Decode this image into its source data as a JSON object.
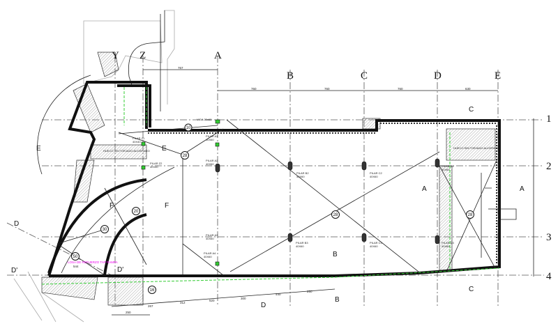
{
  "axes": {
    "columns": [
      "Y",
      "Z",
      "A",
      "B",
      "C",
      "D",
      "E"
    ],
    "rows": [
      "1",
      "2",
      "3",
      "4"
    ]
  },
  "sections": {
    "E": "E",
    "F": "F",
    "D": "D",
    "D_prime": "D'",
    "A": "A",
    "B": "B",
    "C": "C"
  },
  "dimensions": {
    "zA": "767",
    "aB": "760",
    "bC": "760",
    "cD": "760",
    "dE": "630",
    "bottom1": "250",
    "bottom2": "267",
    "bottom3": "312",
    "bottom4": "520",
    "bottom5": "300",
    "bottom6": "440",
    "bottom7": "250",
    "left": "544"
  },
  "slabs": [
    "28",
    "28",
    "28",
    "20",
    "30",
    "50",
    "16",
    "10"
  ],
  "pillars": [
    {
      "name": "PILAR B2",
      "size": "40X60"
    },
    {
      "name": "PILAR C2",
      "size": "40X60"
    },
    {
      "name": "PILAR B3",
      "size": "40X60"
    },
    {
      "name": "PILAR C3",
      "size": "40X60"
    },
    {
      "name": "PILAR D2",
      "size": "40X60"
    },
    {
      "name": "PILAR D3",
      "size": "40X60"
    },
    {
      "name": "PILAR A1",
      "size": "40X60"
    },
    {
      "name": "PILAR A2",
      "size": "40X60"
    },
    {
      "name": "PILAR A3",
      "size": "40X60"
    },
    {
      "name": "PILAR A4",
      "size": "40X60"
    },
    {
      "name": "PILAR Z1",
      "size": "40X40"
    },
    {
      "name": "PILAR Z2",
      "size": "40X40"
    }
  ],
  "notes": {
    "forjado1": "HUECO SIN FORJADO ALIGERADO",
    "forjado2": "HUECO SIN FORJADO ALIGERADO",
    "ramp": "LOSA DE REFUERZO TAP RAMPA",
    "viga": "VIGA 20x60"
  },
  "colors": {
    "wall": "#111111",
    "green": "#33cc33",
    "magenta": "#ee00ee"
  }
}
